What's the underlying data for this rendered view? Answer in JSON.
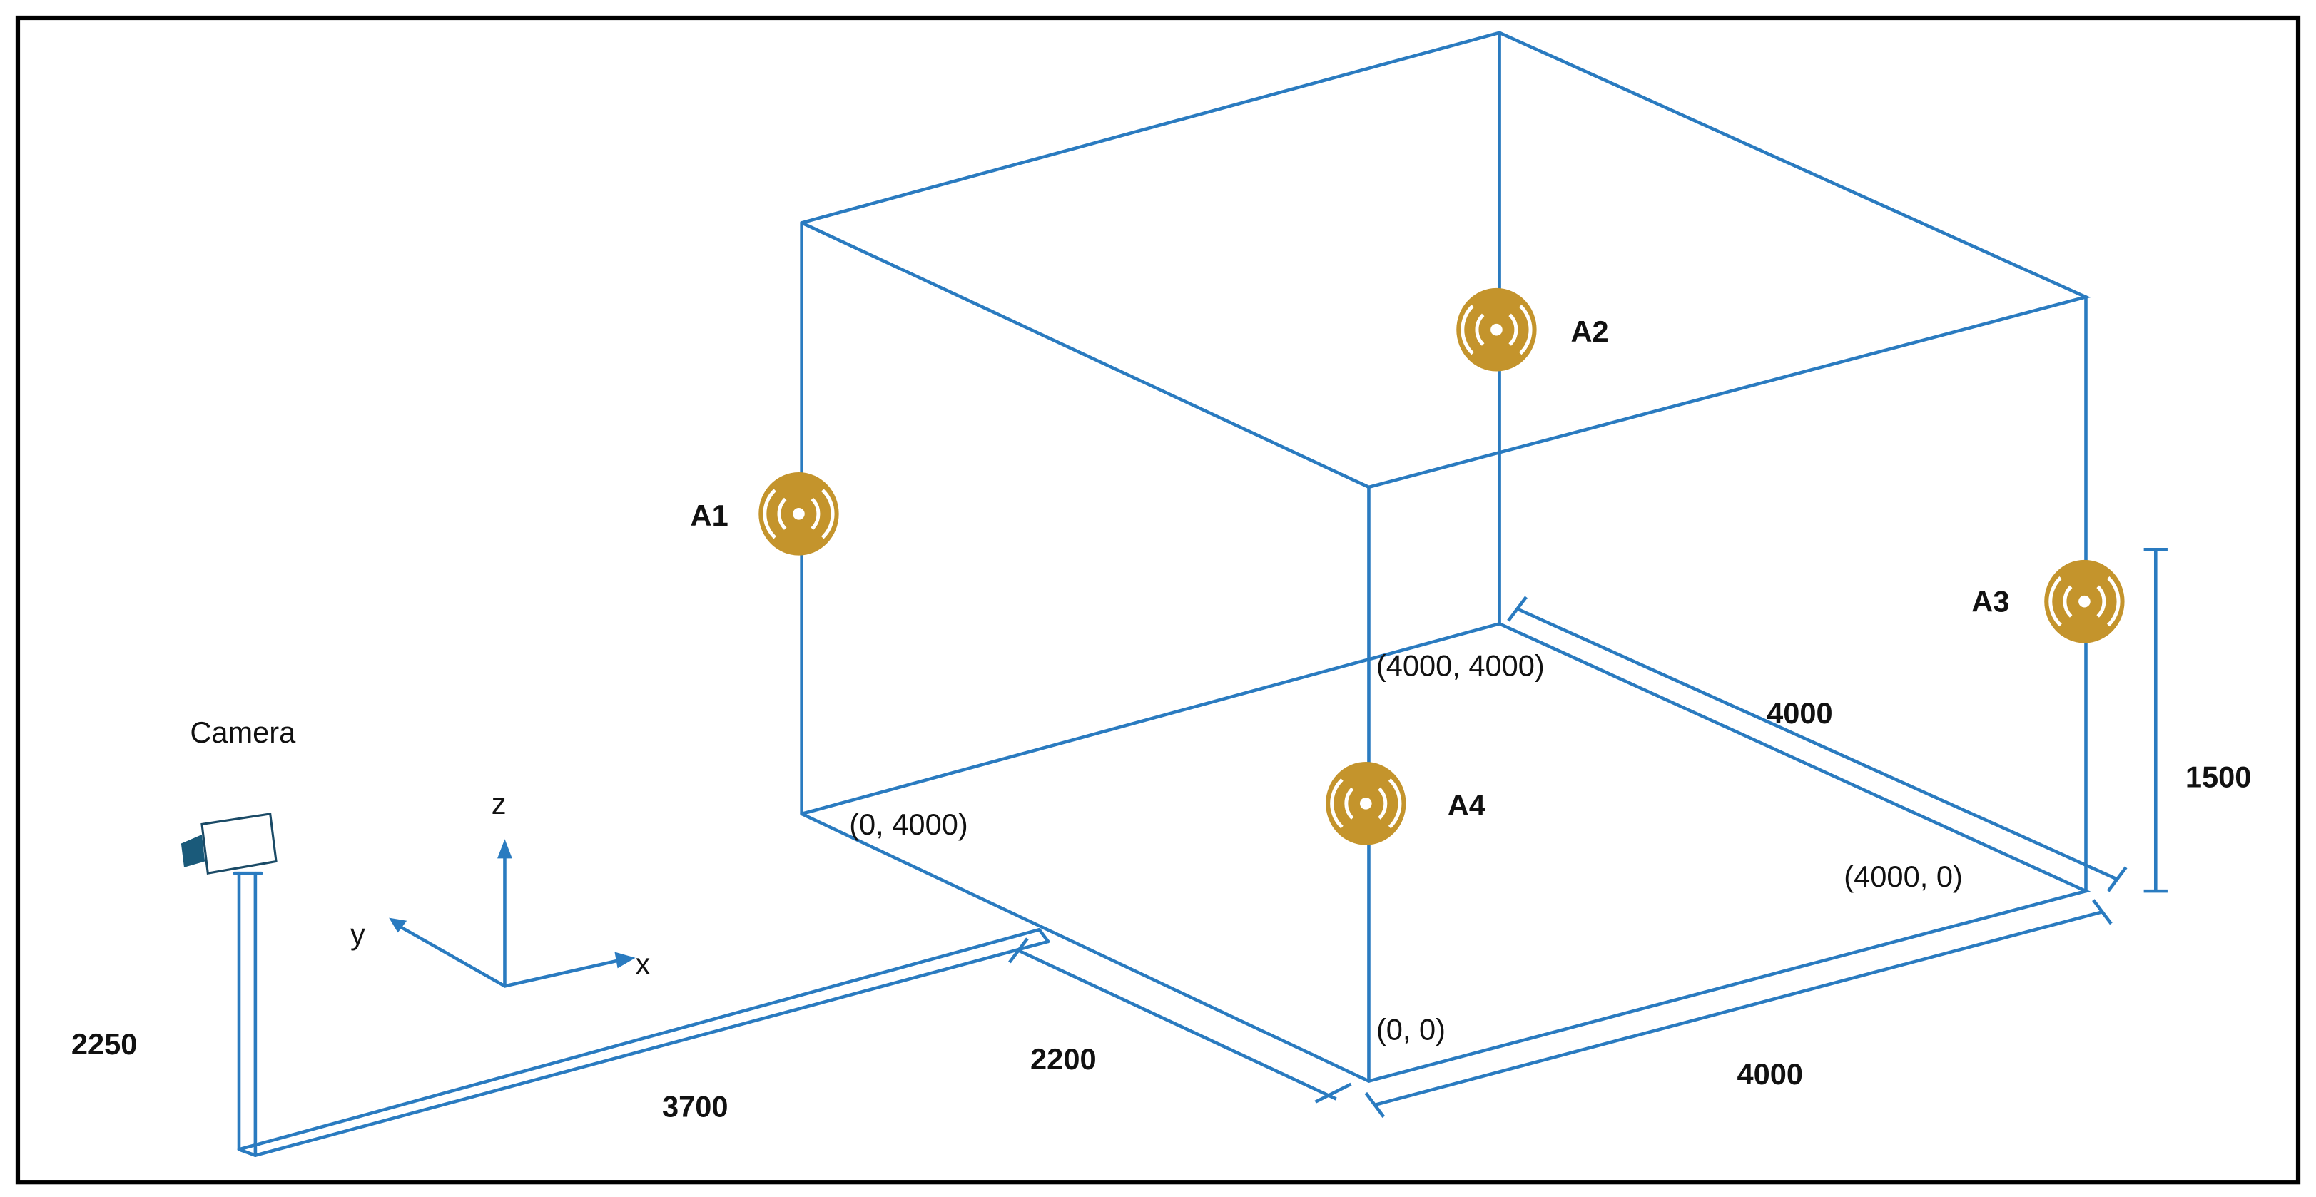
{
  "diagram": {
    "frame_color": "#000000",
    "edge_color": "#2a7bc0",
    "anchor_color": "#c4942c",
    "camera": {
      "label": "Camera",
      "height_label": "2250",
      "offset_x_label": "3700",
      "offset_y_label": "2200"
    },
    "axes": {
      "x": "x",
      "y": "y",
      "z": "z"
    },
    "corners": {
      "origin": "(0, 0)",
      "back_left": "(0, 4000)",
      "back_right": "(4000, 4000)",
      "front_right": "(4000, 0)"
    },
    "dimensions": {
      "width": "4000",
      "depth": "4000",
      "anchor_height": "1500"
    },
    "anchors": [
      {
        "id": "A1",
        "label": "A1"
      },
      {
        "id": "A2",
        "label": "A2"
      },
      {
        "id": "A3",
        "label": "A3"
      },
      {
        "id": "A4",
        "label": "A4"
      }
    ]
  }
}
